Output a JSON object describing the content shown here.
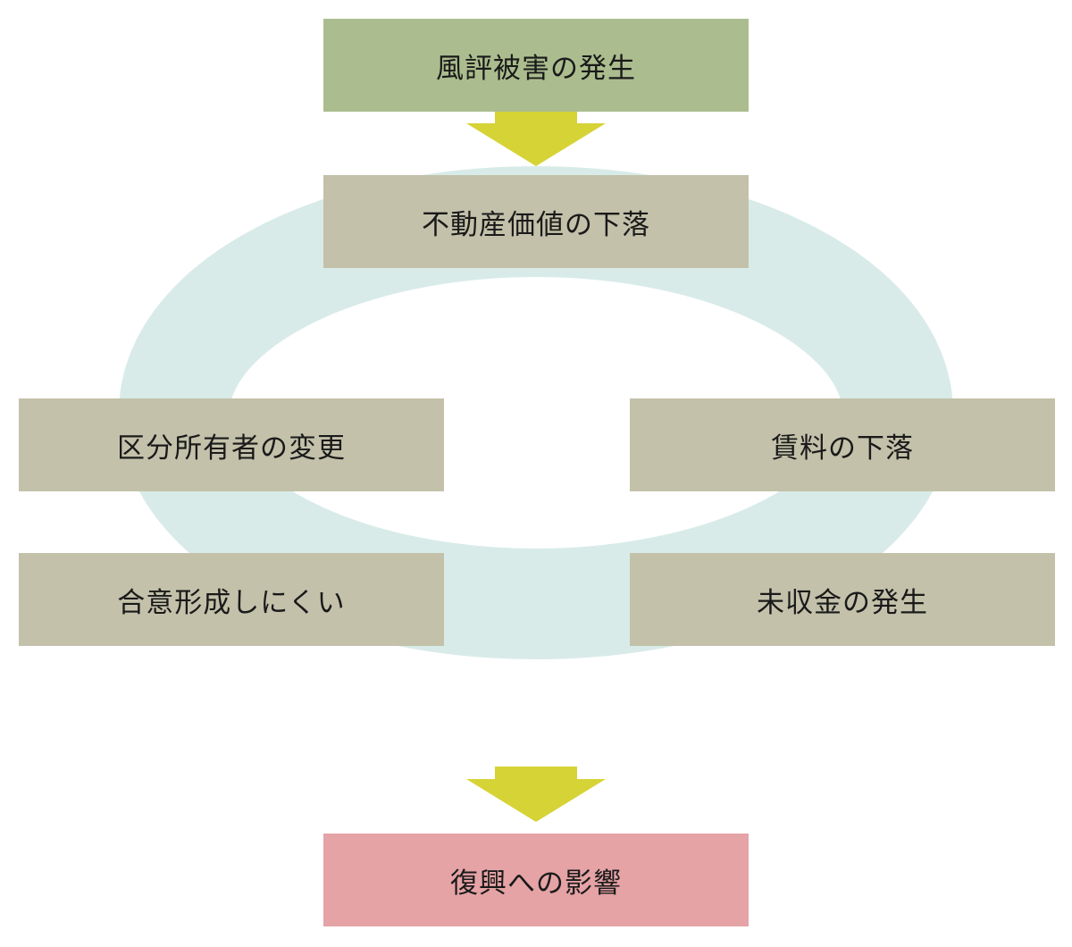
{
  "colors": {
    "ring": "#d8ebe8",
    "top_box": "#abbd8e",
    "cycle_box": "#c3c1aa",
    "bottom_box": "#e5a3a6",
    "arrow": "#d6d337"
  },
  "top": {
    "label": "風評被害の発生"
  },
  "cycle": {
    "top": {
      "label": "不動産価値の下落"
    },
    "left_upper": {
      "label": "区分所有者の変更"
    },
    "left_lower": {
      "label": "合意形成しにくい"
    },
    "right_upper": {
      "label": "賃料の下落"
    },
    "right_lower": {
      "label": "未収金の発生"
    }
  },
  "bottom": {
    "label": "復興への影響"
  }
}
